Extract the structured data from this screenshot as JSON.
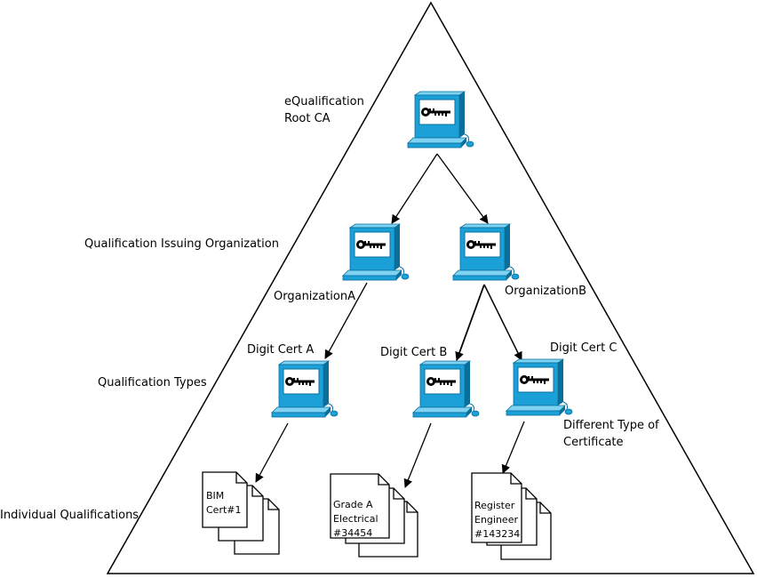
{
  "levels": {
    "root": "eQualification",
    "root2": "Root CA",
    "orgs": "Qualification Issuing Organization",
    "types": "Qualification Types",
    "individuals": "Individual Qualifications"
  },
  "nodes": {
    "org_a": "OrganizationA",
    "org_b": "OrganizationB",
    "cert_a": "Digit Cert A",
    "cert_b": "Digit Cert B",
    "cert_c": "Digit Cert C",
    "diff_type_1": "Different Type of",
    "diff_type_2": "Certificate"
  },
  "docs": {
    "bim": [
      "BIM",
      "Cert#1"
    ],
    "grade": [
      "Grade A",
      "Electrical",
      "#34454"
    ],
    "register": [
      "Register",
      "Engineer",
      "#143234"
    ]
  },
  "colors": {
    "computer_body": "#1ba1d8",
    "computer_dark": "#0b6f9c",
    "stroke": "#000000"
  }
}
